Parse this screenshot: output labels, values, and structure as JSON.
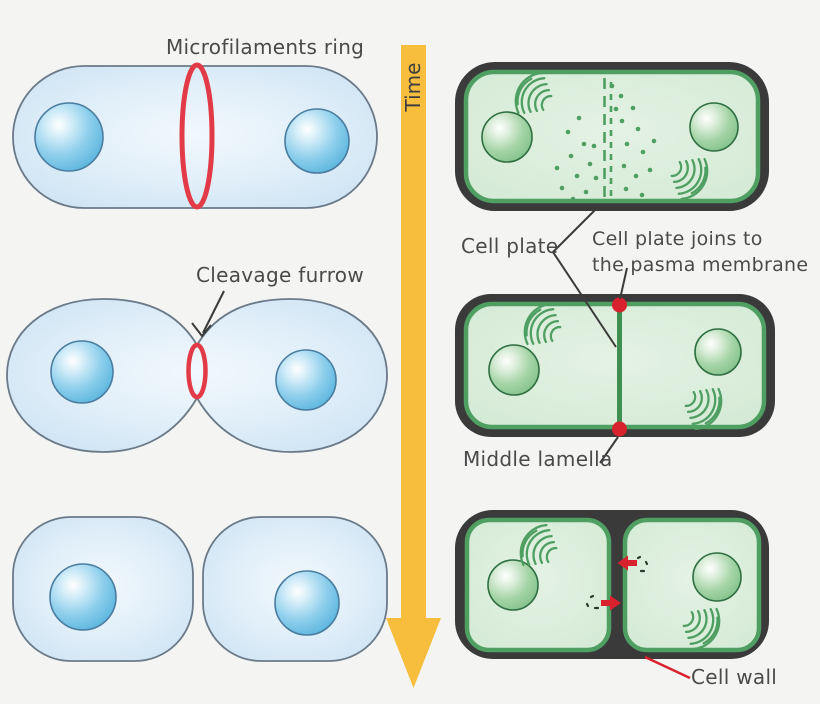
{
  "labels": {
    "microfilaments_ring": "Microfilaments ring",
    "cleavage_furrow": "Cleavage furrow",
    "time_arrow": "Time",
    "cell_plate": "Cell plate",
    "cell_plate_joins_line1": "Cell plate joins to",
    "cell_plate_joins_line2": "the pasma membrane",
    "middle_lamella": "Middle lamella",
    "cell_wall": "Cell wall"
  },
  "colors": {
    "background": "#f4f4f3",
    "animal_cell_border": "#6a7a89",
    "microfilament_ring_red": "#e23b47",
    "time_arrow_yellow": "#f7be3d",
    "plant_cell_wall_dark": "#3a3a3a",
    "plant_cell_border_green": "#4f9f63",
    "cell_plate_green": "#3f8f52",
    "red_dot": "#d8232e",
    "label_text": "#4a4a4a",
    "pointer_line": "#3b3b3b"
  }
}
